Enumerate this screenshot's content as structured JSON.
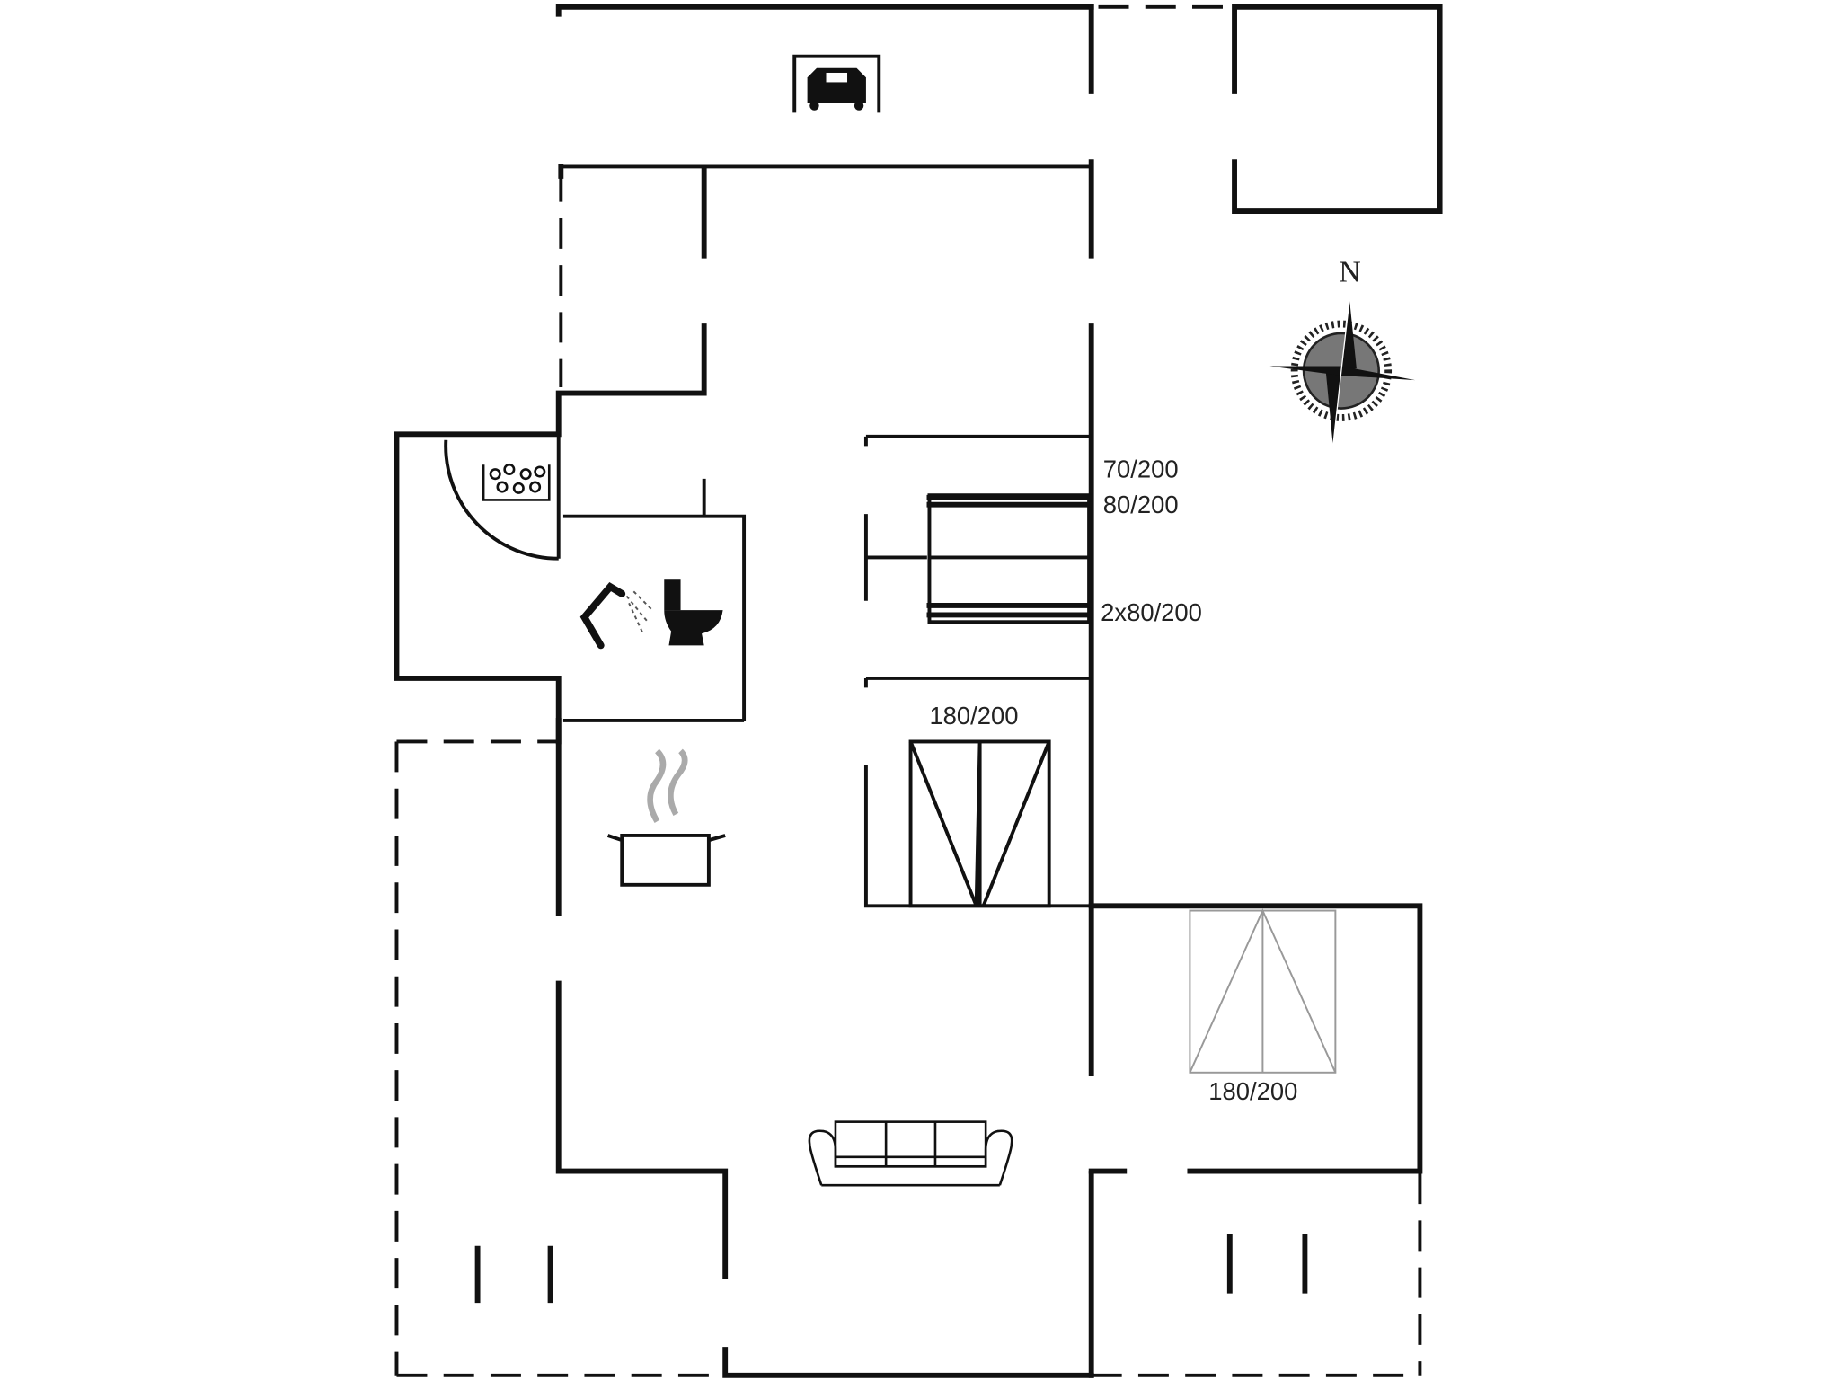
{
  "floorplan": {
    "labels": {
      "bed_single_1": "70/200",
      "bed_single_2": "80/200",
      "bed_bunk": "2x80/200",
      "bed_double_1": "180/200",
      "bed_double_2": "180/200"
    },
    "compass": {
      "north_label": "N"
    },
    "icons": [
      "carport-car-icon",
      "sauna-stones-icon",
      "shower-icon",
      "toilet-icon",
      "kitchen-pot-icon",
      "sofa-icon",
      "compass-rose-icon"
    ]
  }
}
